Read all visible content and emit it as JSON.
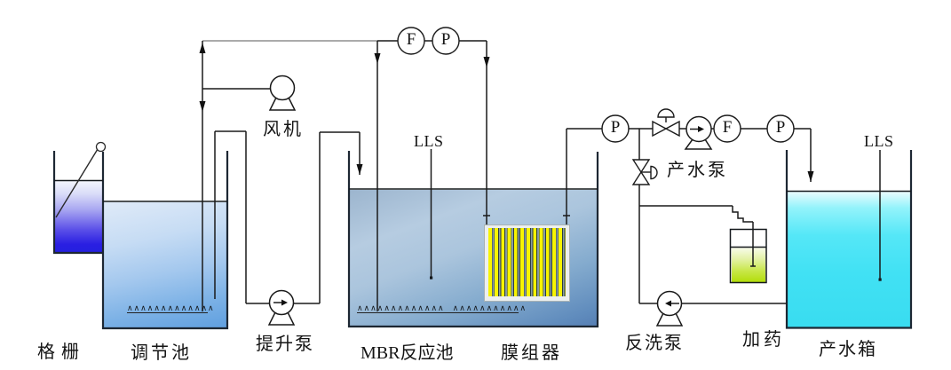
{
  "labels": {
    "grid_screen": "格栅",
    "regulating_tank": "调节池",
    "lift_pump": "提升泵",
    "blower": "风机",
    "mbr_tank": "MBR反应池",
    "membrane_module": "膜组器",
    "product_pump": "产水泵",
    "backwash_pump": "反洗泵",
    "dosing": "加药",
    "product_tank": "产水箱",
    "mbr_level_sensor": "LLS",
    "product_level_sensor": "LLS"
  },
  "gauges": {
    "air_flow_meter": "F",
    "air_pressure_meter": "P",
    "permeate_pressure_gauge": "P",
    "permeate_flow_meter": "F",
    "outlet_pressure_gauge": "P"
  },
  "glyphs": {
    "mbr_diffusers_left": "∧∧∧∧∧∧∧∧∧∧∧∧∧",
    "mbr_diffusers_right": "∧∧∧∧∧∧∧∧∧∧∧",
    "regulating_diffusers": "∧∧∧∧∧∧∧∧∧∧∧∧∧"
  },
  "colors": {
    "grid_screen_water": "#2420df",
    "regulating_tank_water": "#5f9fdf",
    "mbr_tank_water": "#567fb4",
    "product_tank_water": "#3fe0f3",
    "dosing_liquid": "#b2dd0a",
    "membrane_yellow": "#f8f400",
    "membrane_gray": "#879ba3",
    "pipe_line": "#1a1a1a",
    "air_header_gray": "#8f8f8f"
  }
}
